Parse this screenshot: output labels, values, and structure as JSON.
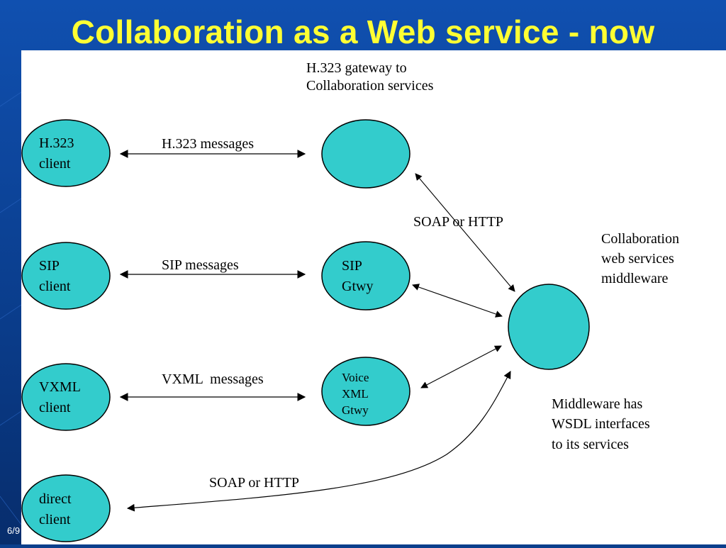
{
  "slide": {
    "title": "Collaboration as a Web service - now",
    "footer": "6/9"
  },
  "colors": {
    "background": "#0b3f8c",
    "title": "#ffff33",
    "node_fill": "#33cccc",
    "canvas": "#ffffff"
  },
  "diagram": {
    "nodes": {
      "h323_client": [
        "H.323",
        "client"
      ],
      "sip_client": [
        "SIP",
        "client"
      ],
      "vxml_client": [
        "VXML",
        "client"
      ],
      "direct_client": [
        "direct",
        "client"
      ],
      "h323_gateway": [],
      "sip_gateway": [
        "SIP",
        "Gtwy"
      ],
      "voice_xml_gateway": [
        "Voice",
        "XML",
        "Gtwy"
      ],
      "middleware": []
    },
    "edge_labels": {
      "h323_messages": "H.323 messages",
      "sip_messages": "SIP messages",
      "vxml_messages": "VXML  messages",
      "soap_http_upper": "SOAP or HTTP",
      "soap_http_lower": "SOAP or HTTP"
    },
    "annotations": {
      "h323_gateway": [
        "H.323 gateway to",
        "Collaboration services"
      ],
      "middleware": [
        "Collaboration",
        "web services",
        "middleware"
      ],
      "wsdl": [
        "Middleware has",
        "WSDL interfaces",
        "to its services"
      ]
    }
  }
}
